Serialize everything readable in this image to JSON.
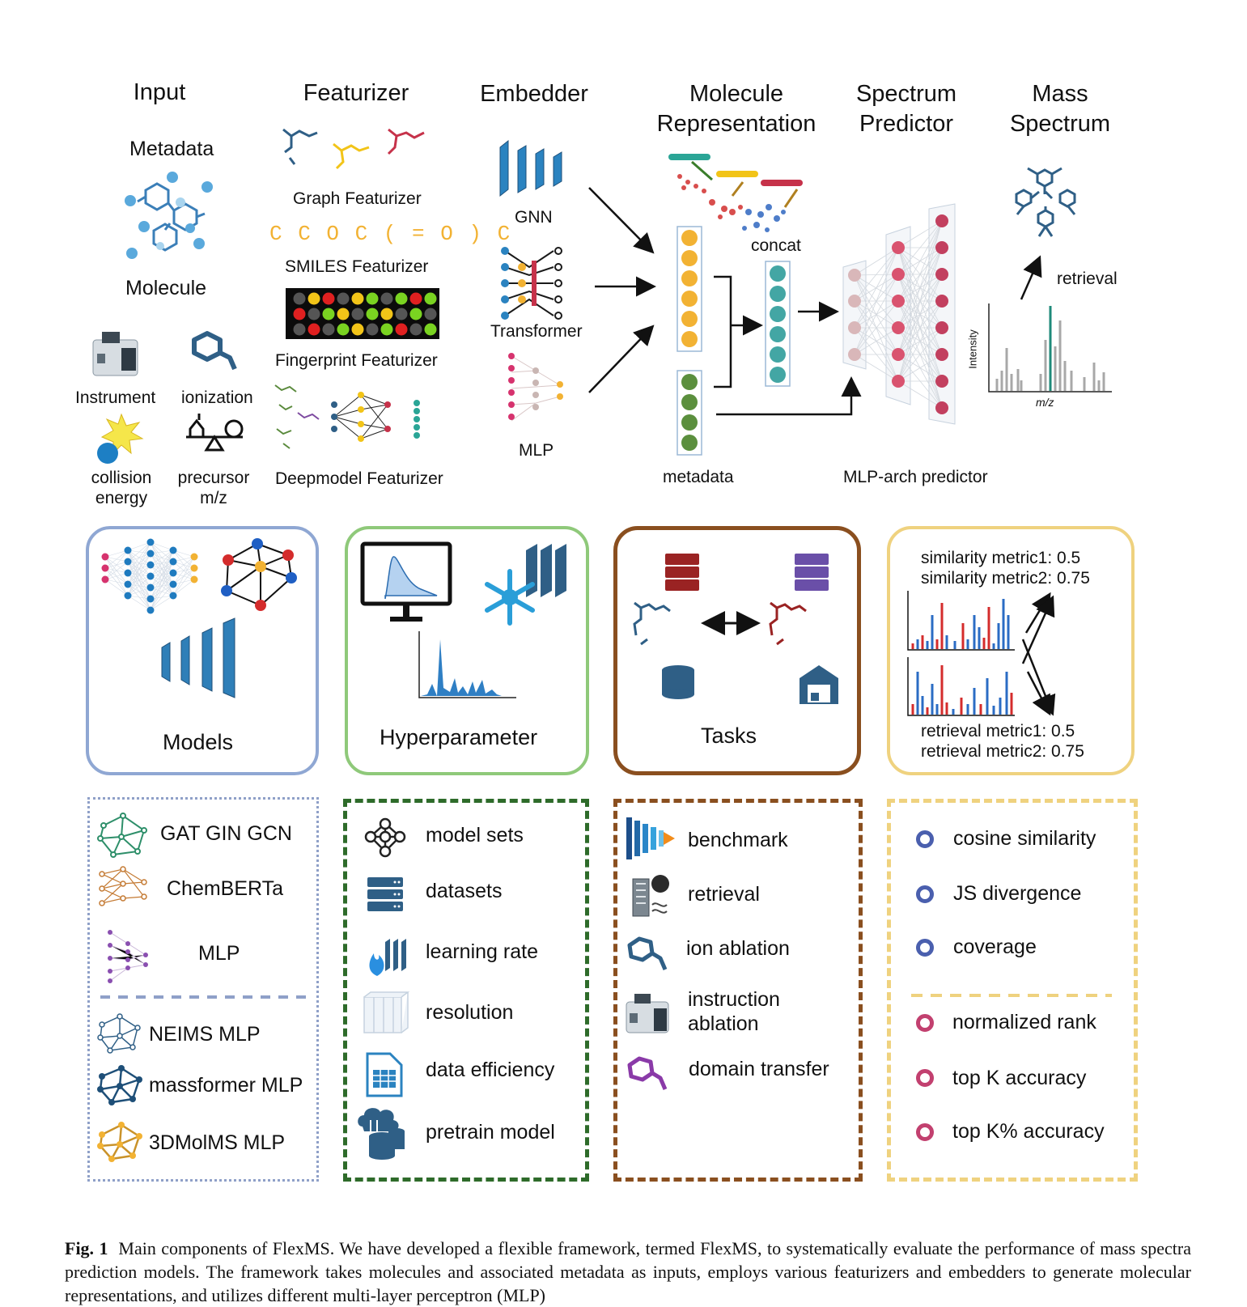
{
  "pipeline": {
    "headers": {
      "input": "Input",
      "featurizer": "Featurizer",
      "embedder": "Embedder",
      "molecule_representation": "Molecule\nRepresentation",
      "spectrum_predictor": "Spectrum\nPredictor",
      "mass_spectrum": "Mass\nSpectrum"
    },
    "input": {
      "metadata": "Metadata",
      "molecule": "Molecule",
      "instrument": "Instrument",
      "ionization": "ionization",
      "collision_energy": "collision\nenergy",
      "precursor_mz": "precursor\nm/z"
    },
    "featurizers": {
      "graph": "Graph Featurizer",
      "smiles_string": "C C O C ( = O ) C",
      "smiles": "SMILES Featurizer",
      "fingerprint": "Fingerprint Featurizer",
      "deepmodel": "Deepmodel Featurizer"
    },
    "embedders": {
      "gnn": "GNN",
      "transformer": "Transformer",
      "mlp": "MLP"
    },
    "representation": {
      "concat": "concat",
      "metadata": "metadata"
    },
    "predictor": {
      "label": "MLP-arch predictor"
    },
    "spectrum": {
      "retrieval": "retrieval",
      "xlabel": "m/z",
      "ylabel": "Intensity"
    }
  },
  "panels": {
    "models": "Models",
    "hyperparameter": "Hyperparameter",
    "tasks": "Tasks",
    "metrics": {
      "similarity1": "similarity metric1: 0.5",
      "similarity2": "similarity metric2: 0.75",
      "retrieval1": "retrieval metric1: 0.5",
      "retrieval2": "retrieval metric2: 0.75"
    }
  },
  "lists": {
    "models": {
      "gat": "GAT GIN GCN",
      "chemberta": "ChemBERTa",
      "mlp": "MLP",
      "neims": "NEIMS MLP",
      "massformer": "massformer MLP",
      "molms": "3DMolMS MLP"
    },
    "hyperparameter": [
      "model sets",
      "datasets",
      "learning rate",
      "resolution",
      "data efficiency",
      "pretrain model"
    ],
    "tasks": {
      "benchmark": "benchmark",
      "retrieval": "retrieval",
      "ion_ablation": "ion ablation",
      "instruction_ablation": "instruction\nablation",
      "domain_transfer": "domain transfer"
    },
    "metrics_similarity": [
      "cosine similarity",
      "JS divergence",
      "coverage"
    ],
    "metrics_retrieval": [
      "normalized rank",
      "top K accuracy",
      "top K% accuracy"
    ]
  },
  "colors": {
    "models_border": "#8fa7d3",
    "hyper_border": "#8fc97a",
    "tasks_border": "#8a4f1f",
    "metrics_border": "#efd27f",
    "hyper_dash": "#2e6b2a",
    "tasks_dash": "#8a4f1f",
    "metrics_dash": "#efd27f",
    "models_dash": "#8fa0c8",
    "orange_node": "#f2b233",
    "green_node": "#5b8f3d",
    "teal_node": "#43a6a4",
    "predictor_node": "#c2405f",
    "dark_blue": "#2f5f86"
  },
  "caption": {
    "label": "Fig. 1",
    "text": "Main components of FlexMS. We have developed a flexible framework, termed FlexMS, to systematically evaluate the performance of mass spectra prediction models. The framework takes molecules and associated metadata as inputs, employs various featurizers and embedders to generate molecular representations, and utilizes different multi-layer perceptron (MLP)"
  }
}
